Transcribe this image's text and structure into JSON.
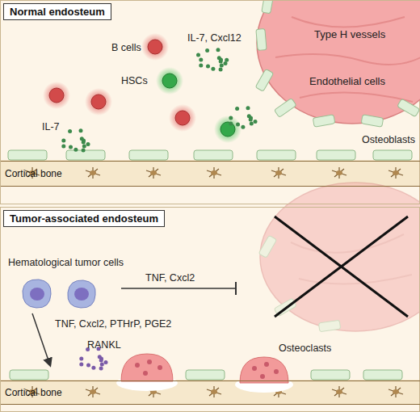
{
  "diagram": {
    "nodes": [
      {
        "text": [
          "Normal endosteum"
        ]
      },
      {
        "text": [
          "Type H vessels",
          "Endothelial cells"
        ],
        "in": 0
      },
      {
        "text": [
          "Cortical bone"
        ],
        "in": 0
      },
      {
        "text": [
          "Tumor-associated endosteum"
        ]
      },
      {
        "text": [
          "Cortical bone"
        ],
        "in": 3
      }
    ],
    "labels": [
      "B cells",
      "IL-7, Cxcl12",
      "HSCs",
      "IL-7",
      "Osteoblasts",
      "Hematological tumor cells",
      "TNF, Cxcl2",
      "TNF, Cxcl2, PTHrP, PGE2",
      "RANKL",
      "Osteoclasts"
    ]
  }
}
